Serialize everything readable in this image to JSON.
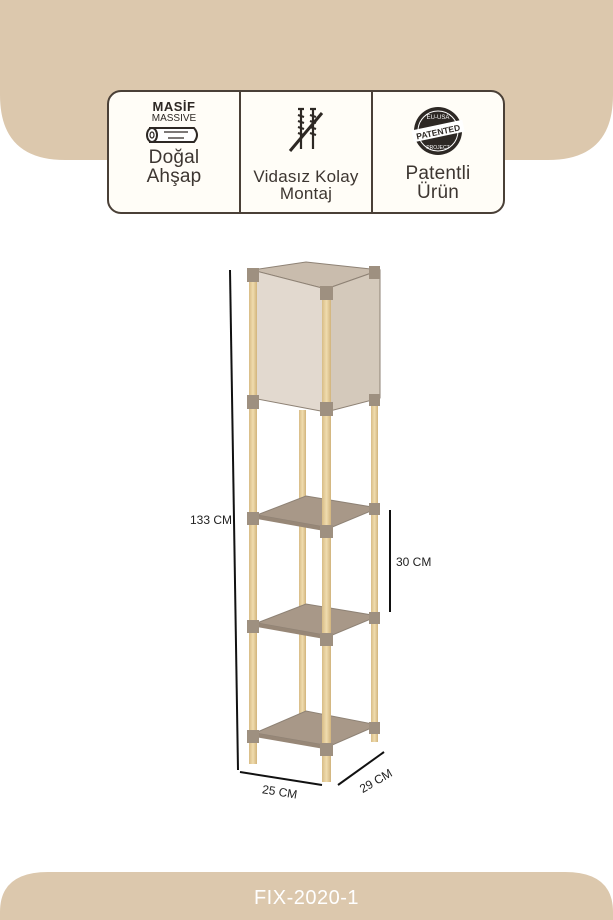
{
  "colors": {
    "accent": "#dcc8ad",
    "border": "#4a4037",
    "shelf": "#a89888",
    "wood": "#e4cc98"
  },
  "badges": [
    {
      "icon": "wood-log-icon",
      "title": "MASİF",
      "subtitle": "MASSIVE",
      "label": "Doğal\nAhşap"
    },
    {
      "icon": "no-screws-icon",
      "label": "Vidasız Kolay\nMontaj"
    },
    {
      "icon": "patented-seal-icon",
      "seal_top": "EU-USA",
      "seal_mid": "PATENTED",
      "seal_bottom": "PROJECT",
      "label": "Patentli\nÜrün"
    }
  ],
  "dimensions": {
    "height": "133 CM",
    "shelf_spacing": "30 CM",
    "width": "25 CM",
    "depth": "29 CM"
  },
  "footer": {
    "product_code": "FIX-2020-1"
  }
}
